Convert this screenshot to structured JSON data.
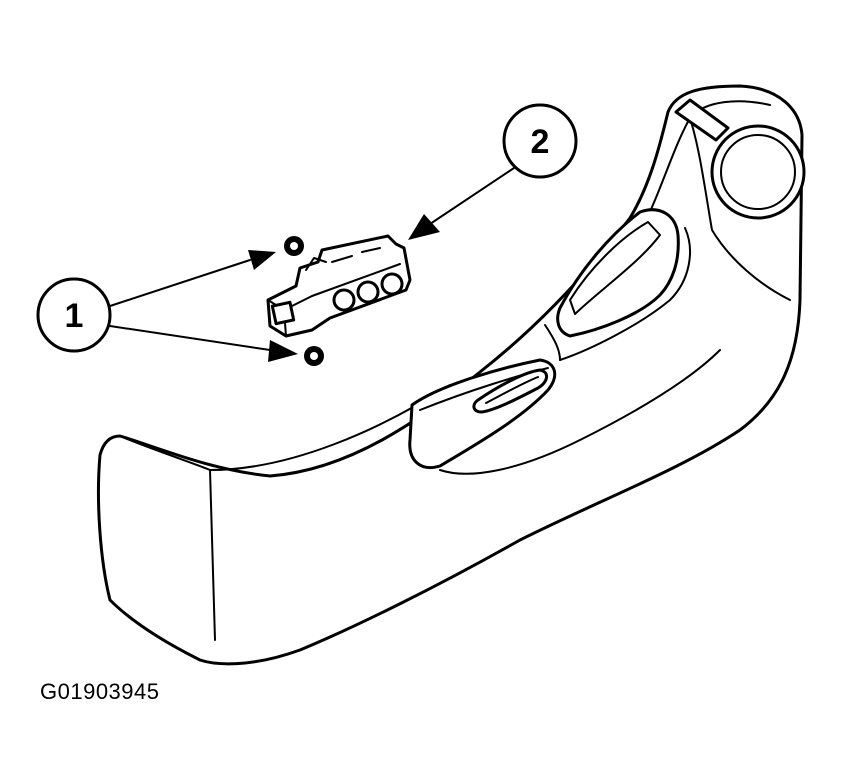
{
  "callouts": [
    {
      "label": "1"
    },
    {
      "label": "2"
    }
  ],
  "figure_id": "G01903945"
}
